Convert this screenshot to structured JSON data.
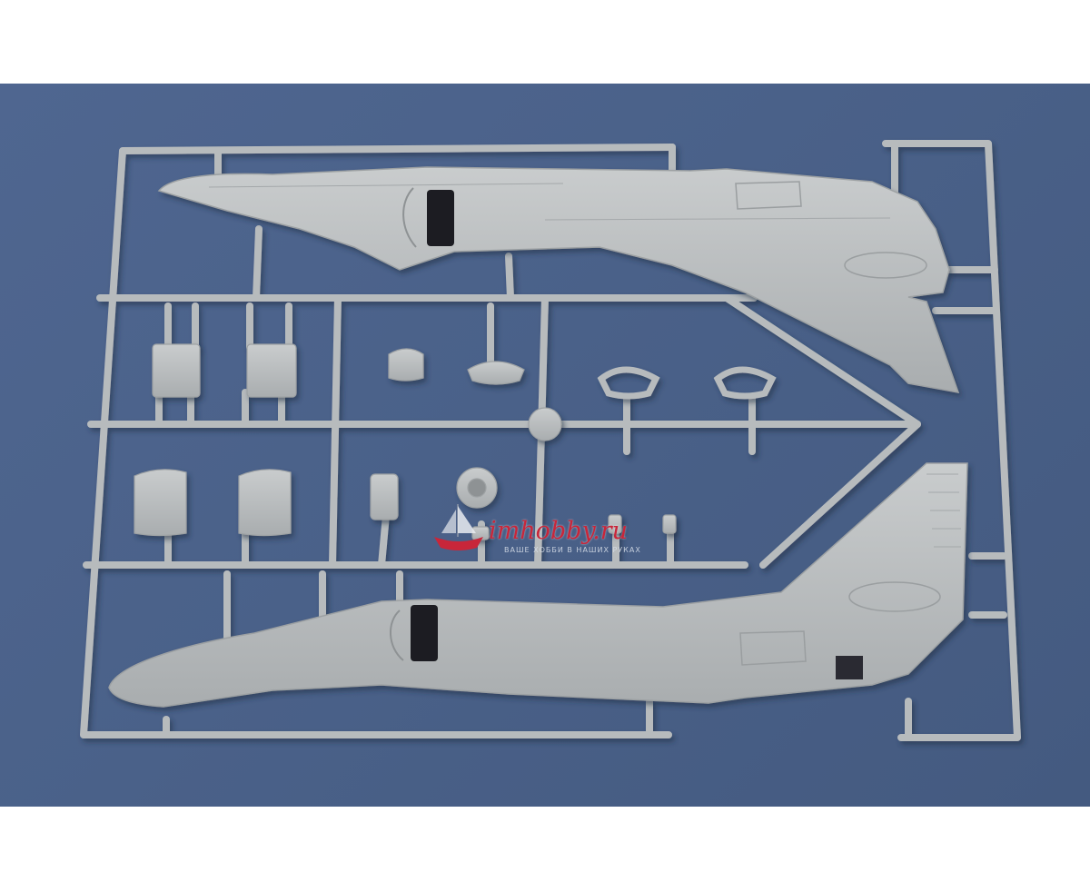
{
  "image": {
    "subject": "Plastic model kit sprue with A-4 Skyhawk fuselage halves on a blue background",
    "background_color": "#4a6189",
    "plastic_color": "#b9bdbe"
  },
  "watermark": {
    "text": "imhobby.ru",
    "tagline": "ВАШЕ ХОББИ В НАШИХ РУКАХ",
    "color": "#c8263a"
  }
}
